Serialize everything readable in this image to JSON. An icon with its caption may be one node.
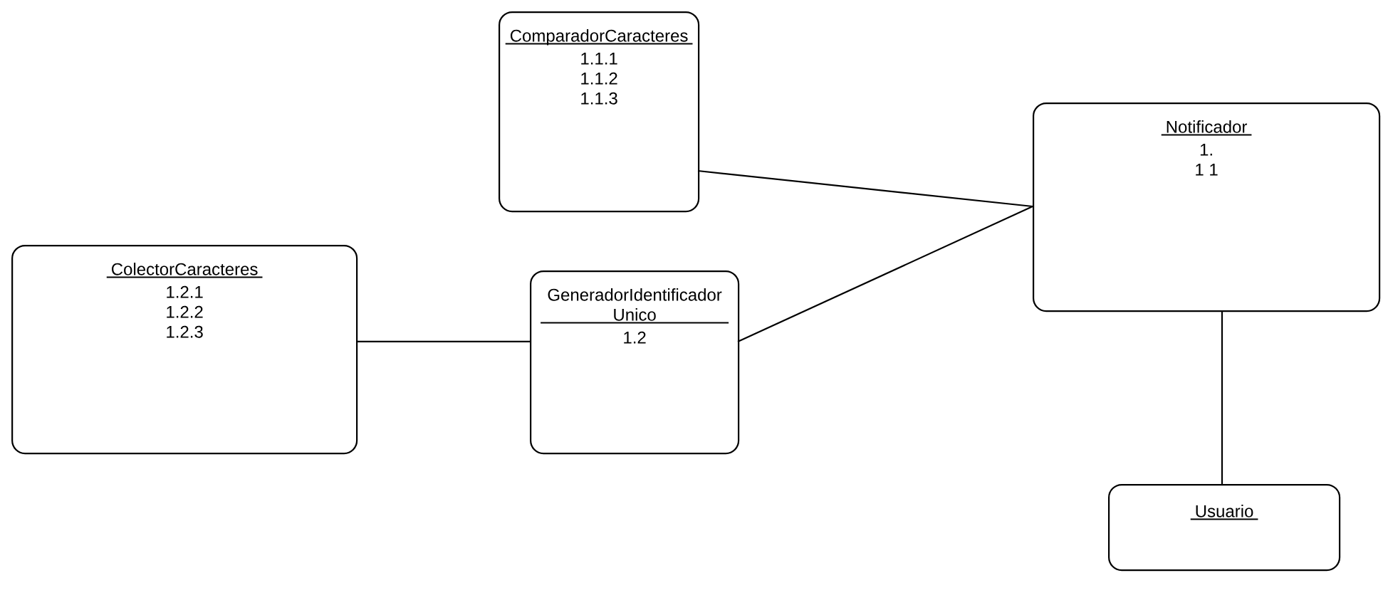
{
  "diagram": {
    "nodes": [
      {
        "text": [
          "ComparadorCaracteres",
          "1.1.1",
          "1.1.2",
          "1.1.3"
        ]
      },
      {
        "text": [
          "ColectorCaracteres",
          "1.2.1",
          "1.2.2",
          "1.2.3"
        ]
      },
      {
        "text": [
          "GeneradorIdentificador Unico",
          "1.2"
        ]
      },
      {
        "text": [
          "Notificador",
          "1.",
          "1 1"
        ]
      },
      {
        "text": [
          "Usuario"
        ]
      }
    ],
    "edges": [
      {
        "from": 0,
        "to": 3,
        "arrow": "none"
      },
      {
        "from": 2,
        "to": 3,
        "arrow": "none"
      },
      {
        "from": 1,
        "to": 2,
        "arrow": "none"
      },
      {
        "from": 3,
        "to": 4,
        "arrow": "none"
      }
    ]
  }
}
